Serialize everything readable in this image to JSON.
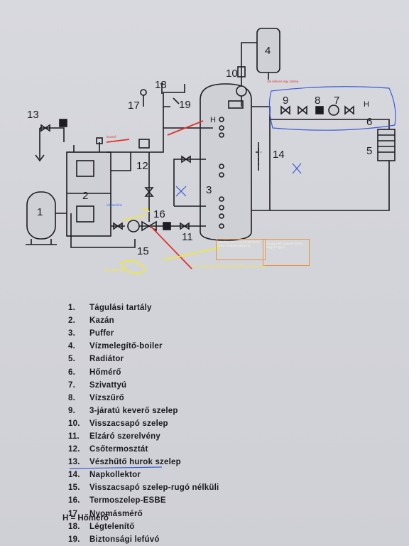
{
  "diagram_numbers": {
    "n1": "1",
    "n2": "2",
    "n3": "3",
    "n4": "4",
    "n5": "5",
    "n6": "6",
    "n7": "7",
    "n8": "8",
    "n9": "9",
    "n10": "10",
    "n11": "11",
    "n12": "12",
    "n13": "13",
    "n14": "14",
    "n15": "15",
    "n16": "16",
    "n17": "17",
    "n18": "18",
    "n19": "19"
  },
  "h_marks": {
    "h1": "H",
    "h2": "H"
  },
  "legend": [
    {
      "num": "1.",
      "text": "Tágulási tartály"
    },
    {
      "num": "2.",
      "text": "Kazán"
    },
    {
      "num": "3.",
      "text": "Puffer"
    },
    {
      "num": "4.",
      "text": "Vízmelegítő-boiler"
    },
    {
      "num": "5.",
      "text": "Radiátor"
    },
    {
      "num": "6.",
      "text": "Hőmérő"
    },
    {
      "num": "7.",
      "text": "Szivattyú"
    },
    {
      "num": "8.",
      "text": "Vízszűrő"
    },
    {
      "num": "9.",
      "text": "3-járatú keverő szelep"
    },
    {
      "num": "10.",
      "text": "Visszacsapó szelep"
    },
    {
      "num": "11.",
      "text": "Elzáró szerelvény"
    },
    {
      "num": "12.",
      "text": "Csőtermosztát"
    },
    {
      "num": "13.",
      "text": "Vészhűtő hurok szelep"
    },
    {
      "num": "14.",
      "text": "Napkollektor"
    },
    {
      "num": "15.",
      "text": "Visszacsapó szelep-rugó nélküli"
    },
    {
      "num": "16.",
      "text": "Termoszelep-ESBE"
    },
    {
      "num": "17.",
      "text": "Nyomásmérő"
    },
    {
      "num": "18.",
      "text": "Légtelenítő"
    },
    {
      "num": "19.",
      "text": "Biztonsági lefúvó"
    }
  ],
  "h_legend": "H = Hőmérő",
  "annotations": {
    "orange_box_left": "jelenleg nincs, ha ez ott lenne akkor megakadályozná",
    "orange_box_right": "amúgy nem vagyok biztos hogy ez így jó",
    "red_note_top": "ide kellene egy szelep",
    "yellow_note_bottom": "ha a szivattyú leáll akkor gravitációsan körbe megy",
    "yellow_small": "gravitációs kör",
    "blue_small": "ide bekötni",
    "red_small": "keverő"
  },
  "colors": {
    "ink": "#1c1c22",
    "red": "#e0322a",
    "yellow": "#f2ea2a",
    "blue": "#3b5bd6",
    "orange": "#e8923a"
  }
}
